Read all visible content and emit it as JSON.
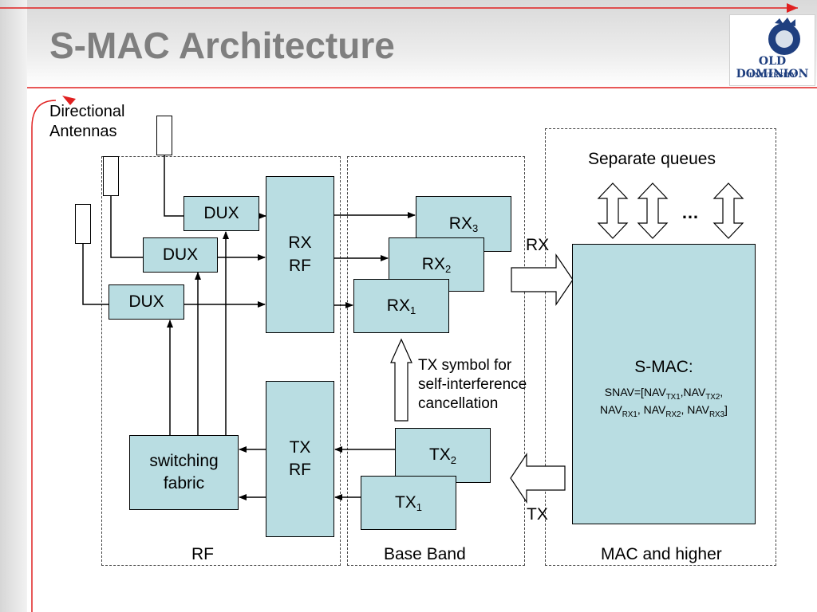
{
  "title": "S-MAC Architecture",
  "logo": {
    "line1": "OLD DOMINION",
    "line2": "UNIVERSITY"
  },
  "antenna_label": [
    "Directional",
    "Antennas"
  ],
  "separate_queues": "Separate queues",
  "ellipsis": "…",
  "dux": [
    "DUX",
    "DUX",
    "DUX"
  ],
  "rx_rf": [
    "RX",
    "RF"
  ],
  "tx_rf": [
    "TX",
    "RF"
  ],
  "rx_chains": [
    {
      "base": "RX",
      "sub": "3"
    },
    {
      "base": "RX",
      "sub": "2"
    },
    {
      "base": "RX",
      "sub": "1"
    }
  ],
  "tx_chains": [
    {
      "base": "TX",
      "sub": "2"
    },
    {
      "base": "TX",
      "sub": "1"
    }
  ],
  "switching_fabric": [
    "switching",
    "fabric"
  ],
  "tx_symbol_note": [
    "TX symbol for",
    "self-interference",
    "cancellation"
  ],
  "rx_arrow_label": "RX",
  "tx_arrow_label": "TX",
  "smac": {
    "title": "S-MAC:",
    "snav_line1": "SNAV=[NAV<sub>TX1</sub>,NAV<sub>TX2</sub>,",
    "snav_line2": "NAV<sub>RX1</sub>, NAV<sub>RX2</sub>, NAV<sub>RX3</sub>]"
  },
  "regions": {
    "rf": "RF",
    "baseband": "Base Band",
    "mac": "MAC and higher"
  },
  "colors": {
    "block_fill": "#b9dde2",
    "title_gray": "#7f7f7f",
    "accent_red": "#e02020"
  }
}
